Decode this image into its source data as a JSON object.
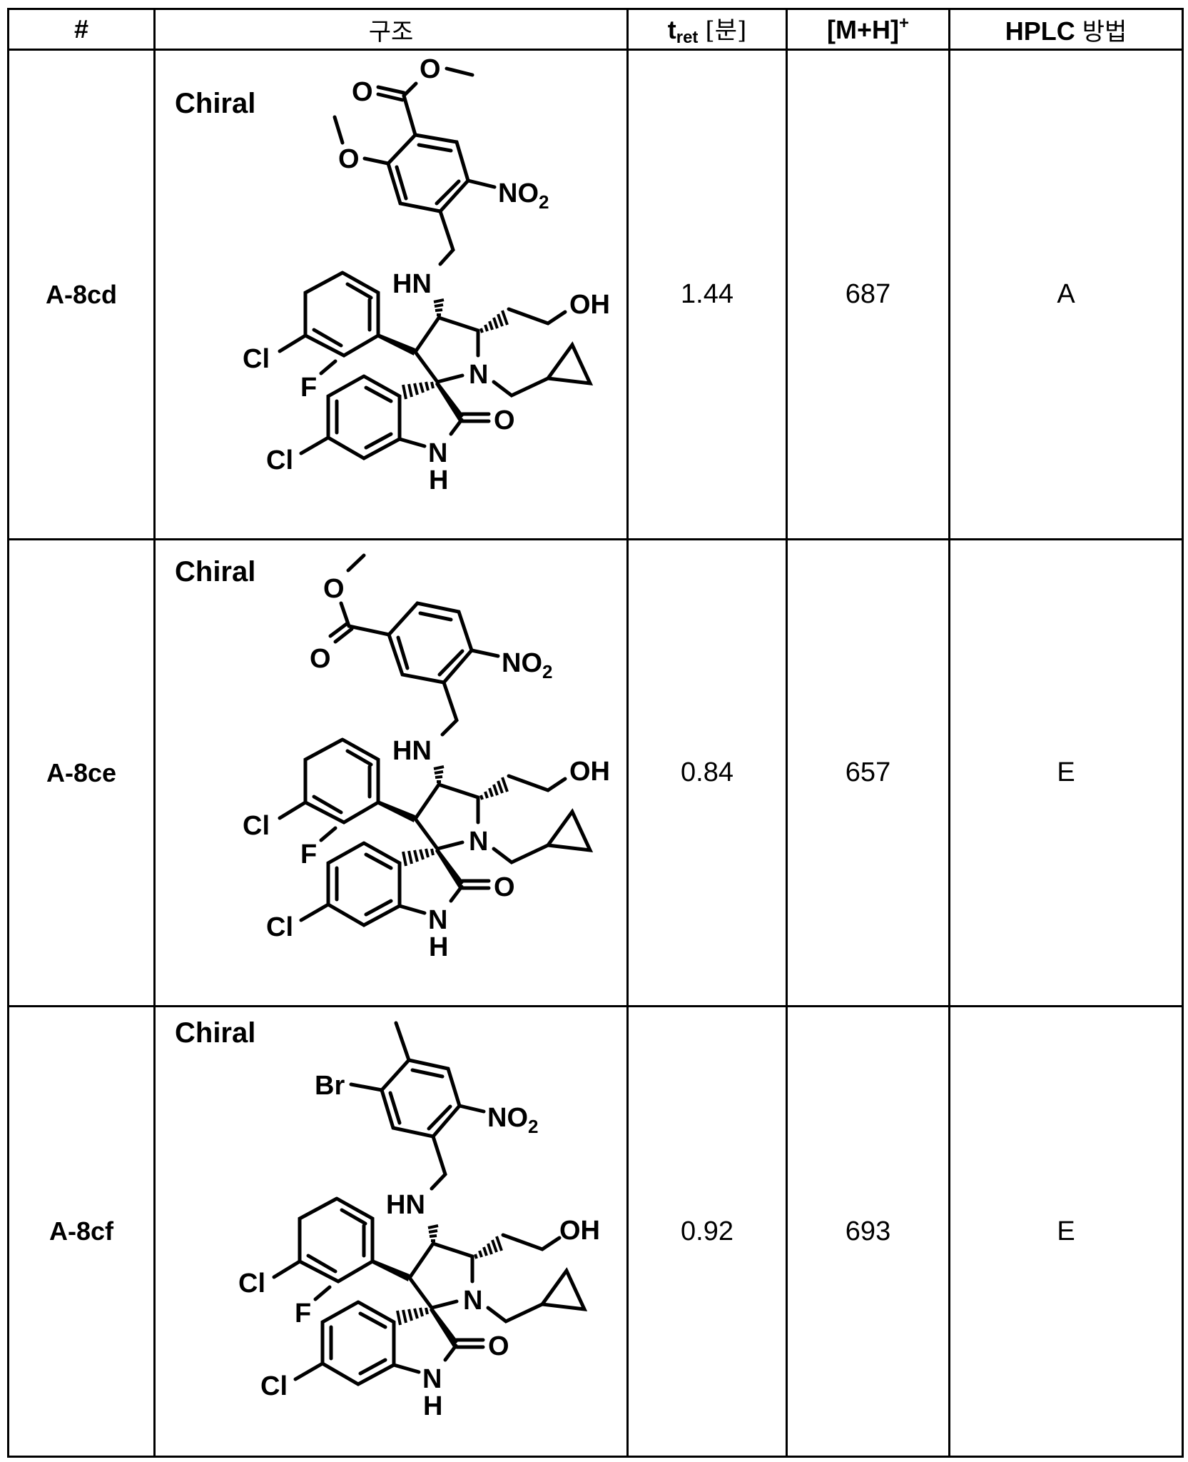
{
  "table": {
    "headers": {
      "id": "#",
      "structure": "구조",
      "tret_main": "t",
      "tret_sub": "ret",
      "tret_unit": "[분]",
      "mh_main": "[M+H]",
      "mh_sup": "+",
      "hplc_latin": "HPLC",
      "hplc_korean": "방법"
    },
    "rows": [
      {
        "id": "A-8cd",
        "tret": "1.44",
        "mh": "687",
        "hplc": "A",
        "structure": {
          "stereo_label": "Chiral",
          "labels": {
            "ester_carbonyl_o": "O",
            "ester_o": "O",
            "methoxy_o": "O",
            "nitro_main": "NO",
            "nitro_sub": "2",
            "amine": "HN",
            "hydroxyl": "OH",
            "ring_n": "N",
            "aryl_cl": "Cl",
            "aryl_f": "F",
            "lactam_o": "O",
            "lactam_n": "N",
            "lactam_h": "H",
            "indole_cl": "Cl"
          }
        }
      },
      {
        "id": "A-8ce",
        "tret": "0.84",
        "mh": "657",
        "hplc": "E",
        "structure": {
          "stereo_label": "Chiral",
          "labels": {
            "ester_o": "O",
            "ester_carbonyl_o": "O",
            "nitro_main": "NO",
            "nitro_sub": "2",
            "amine": "HN",
            "hydroxyl": "OH",
            "ring_n": "N",
            "aryl_cl": "Cl",
            "aryl_f": "F",
            "lactam_o": "O",
            "lactam_n": "N",
            "lactam_h": "H",
            "indole_cl": "Cl"
          }
        }
      },
      {
        "id": "A-8cf",
        "tret": "0.92",
        "mh": "693",
        "hplc": "E",
        "structure": {
          "stereo_label": "Chiral",
          "labels": {
            "bromo": "Br",
            "nitro_main": "NO",
            "nitro_sub": "2",
            "amine": "HN",
            "hydroxyl": "OH",
            "ring_n": "N",
            "aryl_cl": "Cl",
            "aryl_f": "F",
            "lactam_o": "O",
            "lactam_n": "N",
            "lactam_h": "H",
            "indole_cl": "Cl"
          }
        }
      }
    ]
  }
}
